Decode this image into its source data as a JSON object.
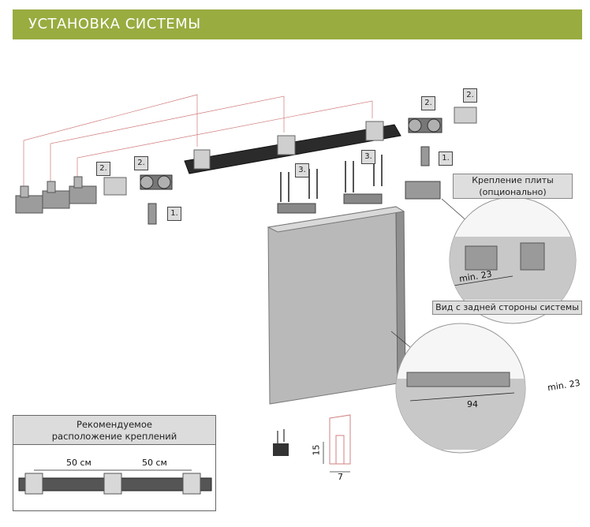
{
  "header": {
    "title": "УСТАНОВКА СИСТЕМЫ"
  },
  "steps": {
    "s1_left": "1.",
    "s1_right": "1.",
    "s2_left_a": "2.",
    "s2_left_b": "2.",
    "s2_right_a": "2.",
    "s2_right_b": "2.",
    "s3_left": "3.",
    "s3_right": "3."
  },
  "labels": {
    "panel_mount_line1": "Крепление плиты",
    "panel_mount_line2": "(опционально)",
    "rear_view": "Вид с задней стороны системы"
  },
  "dimensions": {
    "min_top": "min. 23",
    "min_bottom": "min. 23",
    "width_94": "94",
    "height_15": "15",
    "width_7": "7"
  },
  "recommendation": {
    "title_line1": "Рекомендуемое",
    "title_line2": "расположение креплений",
    "spacing_left": "50 см",
    "spacing_right": "50 см"
  }
}
